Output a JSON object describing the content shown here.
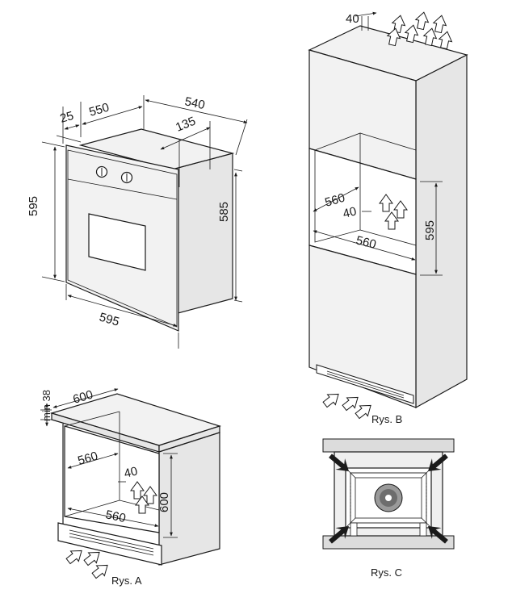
{
  "oven": {
    "dim_25": "25",
    "dim_550": "550",
    "dim_540": "540",
    "dim_135": "135",
    "dim_595_height": "595",
    "dim_585": "585",
    "dim_595_width": "595"
  },
  "fig_b": {
    "dim_40_top": "40",
    "dim_560_depth": "560",
    "dim_40_niche": "40",
    "dim_560_width": "560",
    "dim_595": "595",
    "caption": "Rys. B"
  },
  "fig_a": {
    "dim_min38": "min 38",
    "dim_600_top": "600",
    "dim_560_depth": "560",
    "dim_40": "40",
    "dim_560_width": "560",
    "dim_600_height": "600",
    "caption": "Rys. A"
  },
  "fig_c": {
    "caption": "Rys. C"
  }
}
